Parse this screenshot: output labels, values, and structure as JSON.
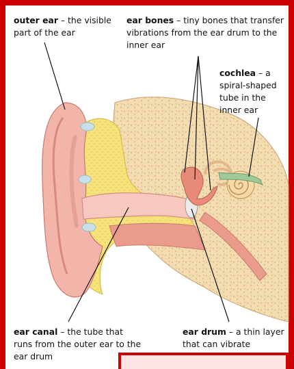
{
  "labels": {
    "outer_ear": {
      "term": "outer ear",
      "desc": " – the visible part of the ear"
    },
    "ear_bones": {
      "term": "ear bones",
      "desc": " – tiny bones that transfer vibrations from the ear drum to the inner ear"
    },
    "cochlea": {
      "term": "cochlea",
      "desc": " – a spiral-shaped tube in the inner ear"
    },
    "ear_canal": {
      "term": "ear canal",
      "desc": " – the tube that runs from the outer ear to the ear drum"
    },
    "ear_drum": {
      "term": "ear drum",
      "desc": " – a thin layer that can vibrate"
    }
  },
  "colors": {
    "frame_red": "#cc0000",
    "skin": "#f3b5aa",
    "skin_dark": "#e08d80",
    "bone": "#f2dcb0",
    "cartilage": "#f6e27a",
    "cochlea_green": "#9fc89b",
    "canal_pink": "#f7c8c0"
  }
}
